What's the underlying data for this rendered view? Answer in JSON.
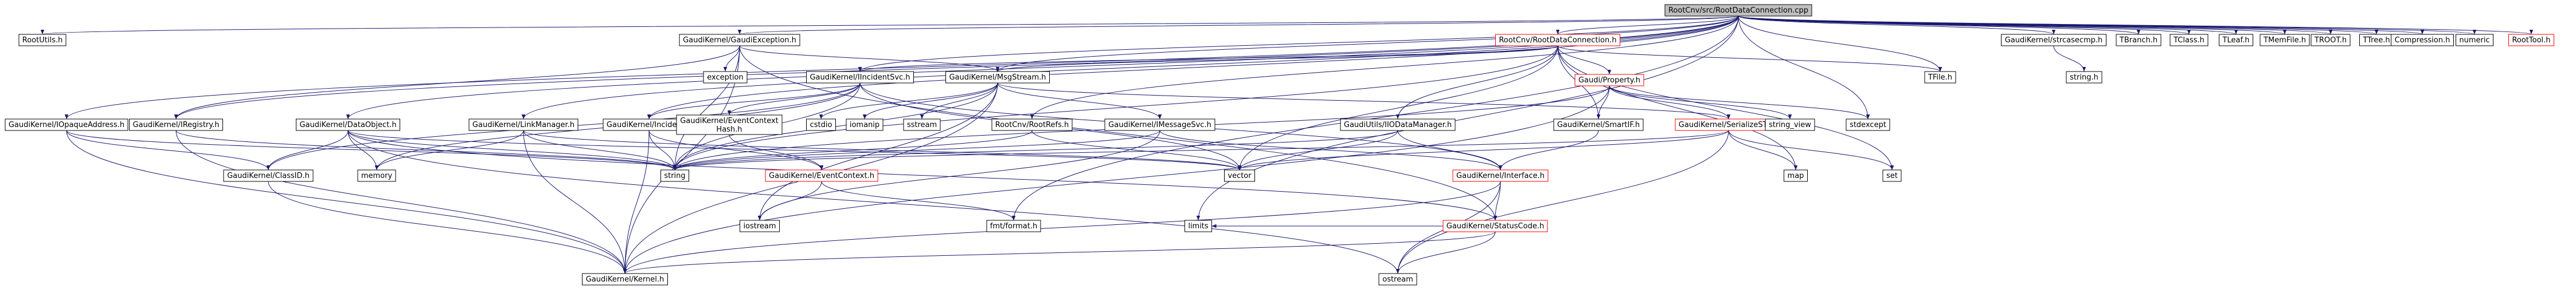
{
  "graph": {
    "colors": {
      "background": "#ffffff",
      "root_fill": "#bfbfbf",
      "node_fill": "#ffffff",
      "node_border": "#000000",
      "linked_border": "#ff0000",
      "edge": "#191970"
    },
    "nodes": [
      {
        "id": "root",
        "label": "RootCnv/src/RootDataConnection.cpp",
        "kind": "root"
      },
      {
        "id": "rootutils",
        "label": "RootUtils.h",
        "kind": "plain"
      },
      {
        "id": "gaudiexception",
        "label": "GaudiKernel/GaudiException.h",
        "kind": "plain"
      },
      {
        "id": "rootdataconn_h",
        "label": "RootCnv/RootDataConnection.h",
        "kind": "linked"
      },
      {
        "id": "strcasecmp",
        "label": "GaudiKernel/strcasecmp.h",
        "kind": "plain"
      },
      {
        "id": "tbranch",
        "label": "TBranch.h",
        "kind": "plain"
      },
      {
        "id": "tclass",
        "label": "TClass.h",
        "kind": "plain"
      },
      {
        "id": "tleaf",
        "label": "TLeaf.h",
        "kind": "plain"
      },
      {
        "id": "tmemfile",
        "label": "TMemFile.h",
        "kind": "plain"
      },
      {
        "id": "troot",
        "label": "TROOT.h",
        "kind": "plain"
      },
      {
        "id": "ttree",
        "label": "TTree.h",
        "kind": "plain"
      },
      {
        "id": "compression",
        "label": "Compression.h",
        "kind": "plain"
      },
      {
        "id": "numeric",
        "label": "numeric",
        "kind": "plain"
      },
      {
        "id": "roottool",
        "label": "RootTool.h",
        "kind": "linked"
      },
      {
        "id": "exception",
        "label": "exception",
        "kind": "plain"
      },
      {
        "id": "iincident",
        "label": "GaudiKernel/IIncidentSvc.h",
        "kind": "plain"
      },
      {
        "id": "msgstream",
        "label": "GaudiKernel/MsgStream.h",
        "kind": "plain"
      },
      {
        "id": "tfile",
        "label": "TFile.h",
        "kind": "plain"
      },
      {
        "id": "stringh",
        "label": "string.h",
        "kind": "plain"
      },
      {
        "id": "iopaque",
        "label": "GaudiKernel/IOpaqueAddress.h",
        "kind": "plain"
      },
      {
        "id": "iregistry",
        "label": "GaudiKernel/IRegistry.h",
        "kind": "plain"
      },
      {
        "id": "dataobject",
        "label": "GaudiKernel/DataObject.h",
        "kind": "plain"
      },
      {
        "id": "linkmanager",
        "label": "GaudiKernel/LinkManager.h",
        "kind": "plain"
      },
      {
        "id": "incident",
        "label": "GaudiKernel/Incident.h",
        "kind": "plain"
      },
      {
        "id": "eventcontexthash",
        "label": "GaudiKernel/EventContext Hash.h",
        "kind": "plain"
      },
      {
        "id": "cstdio",
        "label": "cstdio",
        "kind": "plain"
      },
      {
        "id": "iomanip",
        "label": "iomanip",
        "kind": "plain"
      },
      {
        "id": "sstream",
        "label": "sstream",
        "kind": "plain"
      },
      {
        "id": "rootrefs",
        "label": "RootCnv/RootRefs.h",
        "kind": "plain"
      },
      {
        "id": "imessagesvc",
        "label": "GaudiKernel/IMessageSvc.h",
        "kind": "plain"
      },
      {
        "id": "property",
        "label": "Gaudi/Property.h",
        "kind": "linked"
      },
      {
        "id": "iodatamanager",
        "label": "GaudiUtils/IIODataManager.h",
        "kind": "plain"
      },
      {
        "id": "smartif",
        "label": "GaudiKernel/SmartIF.h",
        "kind": "plain"
      },
      {
        "id": "serializestl",
        "label": "GaudiKernel/SerializeSTL.h",
        "kind": "linked"
      },
      {
        "id": "string_view",
        "label": "string_view",
        "kind": "plain"
      },
      {
        "id": "stdexcept",
        "label": "stdexcept",
        "kind": "plain"
      },
      {
        "id": "classid",
        "label": "GaudiKernel/ClassID.h",
        "kind": "plain"
      },
      {
        "id": "memory",
        "label": "memory",
        "kind": "plain"
      },
      {
        "id": "string",
        "label": "string",
        "kind": "plain"
      },
      {
        "id": "eventcontext",
        "label": "GaudiKernel/EventContext.h",
        "kind": "linked"
      },
      {
        "id": "vector",
        "label": "vector",
        "kind": "plain"
      },
      {
        "id": "interface",
        "label": "GaudiKernel/Interface.h",
        "kind": "linked"
      },
      {
        "id": "map",
        "label": "map",
        "kind": "plain"
      },
      {
        "id": "set",
        "label": "set",
        "kind": "plain"
      },
      {
        "id": "iostream",
        "label": "iostream",
        "kind": "plain"
      },
      {
        "id": "fmtformat",
        "label": "fmt/format.h",
        "kind": "plain"
      },
      {
        "id": "limits",
        "label": "limits",
        "kind": "plain"
      },
      {
        "id": "statuscode",
        "label": "GaudiKernel/StatusCode.h",
        "kind": "linked"
      },
      {
        "id": "kernel",
        "label": "GaudiKernel/Kernel.h",
        "kind": "plain"
      },
      {
        "id": "ostream",
        "label": "ostream",
        "kind": "plain"
      }
    ],
    "edges": [
      [
        "root",
        "rootutils"
      ],
      [
        "root",
        "gaudiexception"
      ],
      [
        "root",
        "rootdataconn_h"
      ],
      [
        "root",
        "strcasecmp"
      ],
      [
        "root",
        "tbranch"
      ],
      [
        "root",
        "tclass"
      ],
      [
        "root",
        "tleaf"
      ],
      [
        "root",
        "tmemfile"
      ],
      [
        "root",
        "troot"
      ],
      [
        "root",
        "ttree"
      ],
      [
        "root",
        "compression"
      ],
      [
        "root",
        "numeric"
      ],
      [
        "root",
        "roottool"
      ],
      [
        "root",
        "iincident"
      ],
      [
        "root",
        "msgstream"
      ],
      [
        "root",
        "iopaque"
      ],
      [
        "root",
        "dataobject"
      ],
      [
        "root",
        "linkmanager"
      ],
      [
        "root",
        "incident"
      ],
      [
        "root",
        "rootrefs"
      ],
      [
        "root",
        "tfile"
      ],
      [
        "root",
        "limits"
      ],
      [
        "root",
        "fmtformat"
      ],
      [
        "root",
        "stdexcept"
      ],
      [
        "root",
        "iregistry"
      ],
      [
        "strcasecmp",
        "stringh"
      ],
      [
        "gaudiexception",
        "exception"
      ],
      [
        "gaudiexception",
        "msgstream"
      ],
      [
        "gaudiexception",
        "statuscode"
      ],
      [
        "gaudiexception",
        "string"
      ],
      [
        "gaudiexception",
        "iregistry"
      ],
      [
        "gaudiexception",
        "kernel"
      ],
      [
        "rootdataconn_h",
        "iincident"
      ],
      [
        "rootdataconn_h",
        "msgstream"
      ],
      [
        "rootdataconn_h",
        "property"
      ],
      [
        "rootdataconn_h",
        "iodatamanager"
      ],
      [
        "rootdataconn_h",
        "smartif"
      ],
      [
        "rootdataconn_h",
        "tfile"
      ],
      [
        "rootdataconn_h",
        "map"
      ],
      [
        "rootdataconn_h",
        "set"
      ],
      [
        "rootdataconn_h",
        "string"
      ],
      [
        "rootdataconn_h",
        "vector"
      ],
      [
        "iincident",
        "incident"
      ],
      [
        "iincident",
        "interface"
      ],
      [
        "iincident",
        "string"
      ],
      [
        "iincident",
        "eventcontexthash"
      ],
      [
        "iincident",
        "memory"
      ],
      [
        "iincident",
        "vector"
      ],
      [
        "iincident",
        "classid"
      ],
      [
        "msgstream",
        "imessagesvc"
      ],
      [
        "msgstream",
        "serializestl"
      ],
      [
        "msgstream",
        "cstdio"
      ],
      [
        "msgstream",
        "iomanip"
      ],
      [
        "msgstream",
        "sstream"
      ],
      [
        "msgstream",
        "string"
      ],
      [
        "msgstream",
        "iostream"
      ],
      [
        "msgstream",
        "kernel"
      ],
      [
        "iopaque",
        "string"
      ],
      [
        "iopaque",
        "classid"
      ],
      [
        "iopaque",
        "kernel"
      ],
      [
        "iregistry",
        "string"
      ],
      [
        "iregistry",
        "kernel"
      ],
      [
        "dataobject",
        "classid"
      ],
      [
        "dataobject",
        "statuscode"
      ],
      [
        "dataobject",
        "memory"
      ],
      [
        "dataobject",
        "string"
      ],
      [
        "dataobject",
        "vector"
      ],
      [
        "dataobject",
        "ostream"
      ],
      [
        "linkmanager",
        "kernel"
      ],
      [
        "linkmanager",
        "memory"
      ],
      [
        "linkmanager",
        "string"
      ],
      [
        "linkmanager",
        "vector"
      ],
      [
        "incident",
        "eventcontext"
      ],
      [
        "incident",
        "string"
      ],
      [
        "incident",
        "kernel"
      ],
      [
        "eventcontexthash",
        "eventcontext"
      ],
      [
        "rootrefs",
        "string"
      ],
      [
        "rootrefs",
        "vector"
      ],
      [
        "imessagesvc",
        "interface"
      ],
      [
        "imessagesvc",
        "string"
      ],
      [
        "imessagesvc",
        "iostream"
      ],
      [
        "property",
        "smartif"
      ],
      [
        "property",
        "serializestl"
      ],
      [
        "property",
        "string"
      ],
      [
        "property",
        "string_view"
      ],
      [
        "property",
        "stdexcept"
      ],
      [
        "property",
        "kernel"
      ],
      [
        "iodatamanager",
        "interface"
      ],
      [
        "iodatamanager",
        "string"
      ],
      [
        "iodatamanager",
        "vector"
      ],
      [
        "smartif",
        "interface"
      ],
      [
        "serializestl",
        "map"
      ],
      [
        "serializestl",
        "set"
      ],
      [
        "serializestl",
        "vector"
      ],
      [
        "serializestl",
        "ostream"
      ],
      [
        "serializestl",
        "string"
      ],
      [
        "classid",
        "kernel"
      ],
      [
        "eventcontext",
        "iostream"
      ],
      [
        "eventcontext",
        "fmtformat"
      ],
      [
        "interface",
        "statuscode"
      ],
      [
        "interface",
        "ostream"
      ],
      [
        "interface",
        "kernel"
      ],
      [
        "statuscode",
        "kernel"
      ],
      [
        "statuscode",
        "limits"
      ],
      [
        "statuscode",
        "ostream"
      ]
    ]
  }
}
